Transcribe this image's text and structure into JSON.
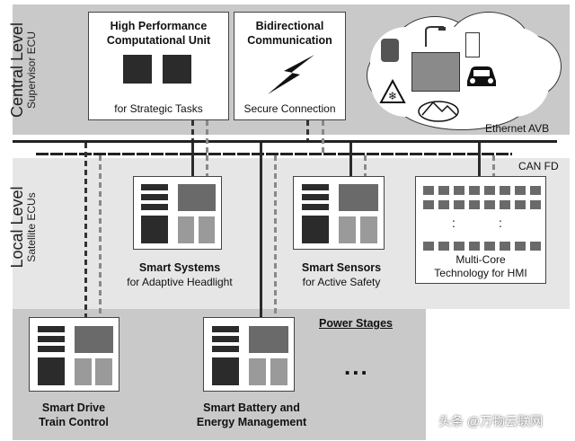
{
  "central_level": {
    "title": "Central Level",
    "subtitle": "Supervisor ECU",
    "hpcu": {
      "title": "High Performance Computational Unit",
      "subtitle": "for Strategic Tasks"
    },
    "bidirectional": {
      "title": "Bidirectional Communication",
      "subtitle": "Secure Connection"
    },
    "cloud_icons": [
      "traffic-sign-icon",
      "street-light-icon",
      "traffic-light-icon",
      "map-icon",
      "car-icon",
      "snowflake-warning-icon",
      "landscape-icon"
    ]
  },
  "buses": {
    "ethernet": "Ethernet AVB",
    "can": "CAN FD"
  },
  "local_level": {
    "title": "Local Level",
    "subtitle": "Satellite ECUs",
    "smart_systems": {
      "title": "Smart Systems",
      "subtitle": "for Adaptive Headlight"
    },
    "smart_sensors": {
      "title": "Smart Sensors",
      "subtitle": "for Active Safety"
    },
    "multicore": {
      "title": "Multi-Core",
      "subtitle": "Technology for HMI",
      "ellipsis": ":"
    }
  },
  "power_stages": {
    "label": "Power Stages",
    "drive_train": {
      "line1": "Smart Drive",
      "line2": "Train Control"
    },
    "battery": {
      "line1": "Smart Battery and",
      "line2": "Energy Management"
    },
    "more": "..."
  },
  "watermark": "头条 @万物云联网"
}
